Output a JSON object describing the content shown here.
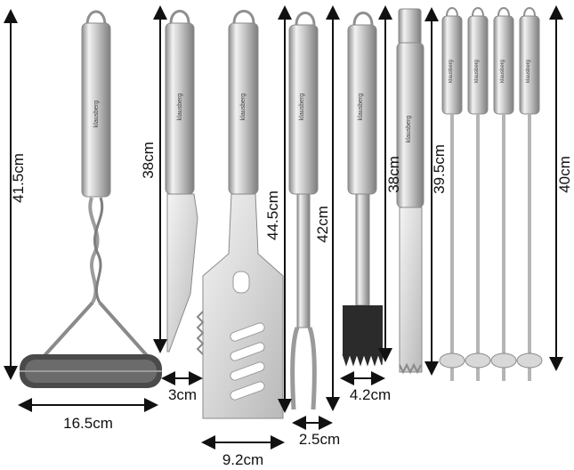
{
  "image": {
    "alt": "Stainless steel barbecue tool set with dimension arrows",
    "brand": "klausberg"
  },
  "tools": [
    {
      "id": "grill-brush",
      "height": "41.5cm",
      "width": "16.5cm"
    },
    {
      "id": "knife",
      "height": "38cm",
      "width": "3cm"
    },
    {
      "id": "spatula",
      "height": "44.5cm",
      "width": "9.2cm"
    },
    {
      "id": "fork",
      "height": "42cm",
      "width": "2.5cm"
    },
    {
      "id": "basting-brush",
      "height": "38cm",
      "width": "4.2cm"
    },
    {
      "id": "tongs",
      "height": "39.5cm"
    },
    {
      "id": "skewers",
      "height": "40cm"
    }
  ],
  "colors": {
    "steel_light": "#e6e6e6",
    "steel_dark": "#9a9a9a",
    "bristles": "#3a3a3a",
    "brush_head": "#2b2b2b",
    "dimension_line": "#111111"
  }
}
